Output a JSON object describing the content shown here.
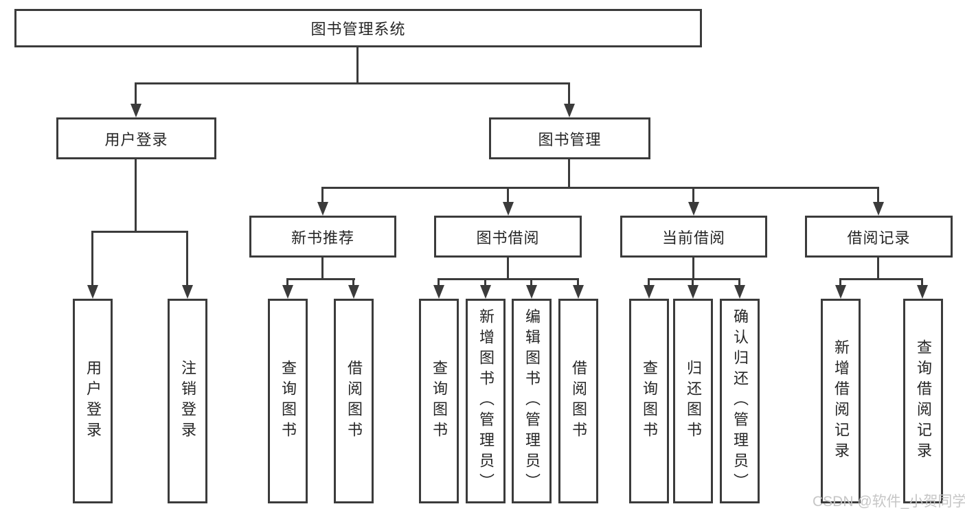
{
  "tree": {
    "label": "图书管理系统",
    "children": [
      {
        "label": "用户登录",
        "children": [
          {
            "label": "用户登录"
          },
          {
            "label": "注销登录"
          }
        ]
      },
      {
        "label": "图书管理",
        "children": [
          {
            "label": "新书推荐",
            "children": [
              {
                "label": "查询图书"
              },
              {
                "label": "借阅图书"
              }
            ]
          },
          {
            "label": "图书借阅",
            "children": [
              {
                "label": "查询图书"
              },
              {
                "label": "新增图书（管理员）"
              },
              {
                "label": "编辑图书（管理员）"
              },
              {
                "label": "借阅图书"
              }
            ]
          },
          {
            "label": "当前借阅",
            "children": [
              {
                "label": "查询图书"
              },
              {
                "label": "归还图书"
              },
              {
                "label": "确认归还（管理员）"
              }
            ]
          },
          {
            "label": "借阅记录",
            "children": [
              {
                "label": "新增借阅记录"
              },
              {
                "label": "查询借阅记录"
              }
            ]
          }
        ]
      }
    ]
  },
  "watermark": {
    "text": "CSDN @软件_小贺同学"
  },
  "colors": {
    "line": "#3b3b3b",
    "text": "#262626",
    "background": "#ffffff",
    "watermark": "#c3c3c3"
  }
}
